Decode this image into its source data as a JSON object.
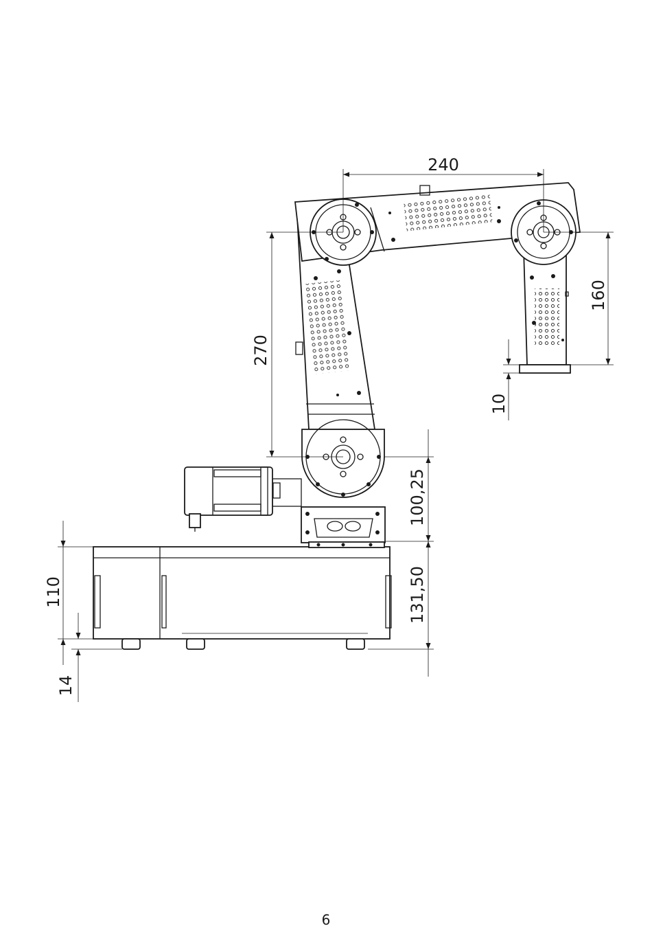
{
  "drawing": {
    "dimensions": {
      "upper_arm_length": "240",
      "lower_arm_height": "270",
      "wrist_height": "160",
      "flange_thickness": "10",
      "shoulder_height": "100,25",
      "base_height": "131,50",
      "box_height": "110",
      "foot_height": "14"
    }
  },
  "page": {
    "number": "6"
  }
}
